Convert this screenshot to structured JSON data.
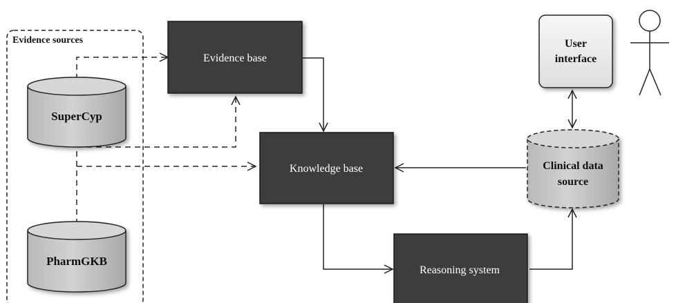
{
  "group": {
    "title": "Evidence sources"
  },
  "nodes": {
    "evidence_base": "Evidence base",
    "knowledge_base": "Knowledge base",
    "reasoning_system": "Reasoning system",
    "supercyp": "SuperCyp",
    "pharmgkb": "PharmGKB",
    "user_interface": [
      "User",
      "interface"
    ],
    "clinical_data_source": [
      "Clinical data",
      "source"
    ]
  },
  "colors": {
    "dark_box": "#3d3d3d",
    "cylinder_fill": "#c9c9c9",
    "light_box": "#ececec",
    "line": "#222222"
  }
}
